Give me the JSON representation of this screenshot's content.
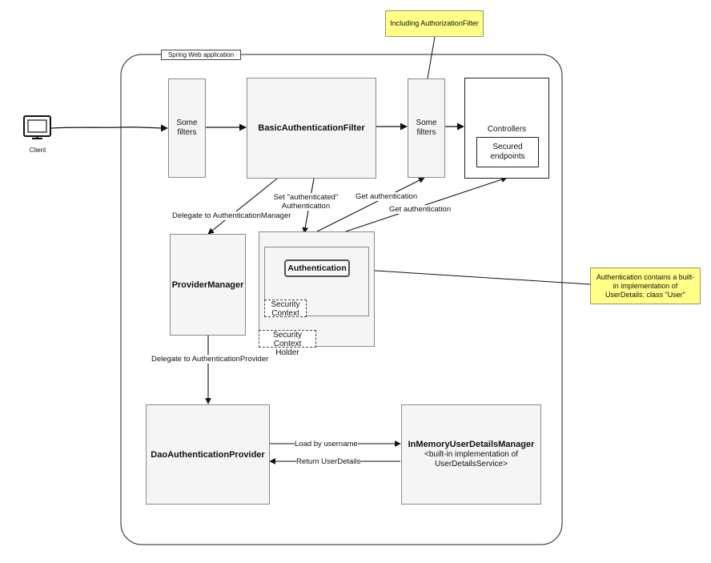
{
  "client": {
    "label": "Client"
  },
  "app": {
    "title": "Spring Web application"
  },
  "boxes": {
    "some_filters_1": "Some filters",
    "basic_auth_filter": "BasicAuthenticationFilter",
    "some_filters_2": "Some filters",
    "controllers": "Controllers",
    "secured_endpoints": "Secured endpoints",
    "provider_manager": "ProviderManager",
    "authentication": "Authentication",
    "security_context": "Security Context",
    "security_context_holder": "Security Context Holder",
    "dao_auth_provider": "DaoAuthenticationProvider",
    "inmemory_title": "InMemoryUserDetailsManager",
    "inmemory_sub": "<built-in implementation of UserDetailsService>"
  },
  "notes": {
    "authorization_filter": "Including AuthorizationFilter",
    "authentication_contains": "Authentication contains a built-in implementation of UserDetails: class \"User\""
  },
  "edges": {
    "delegate_manager": "Delegate to AuthenticationManager",
    "set_authenticated_1": "Set \"authenticated\"",
    "set_authenticated_2": "Authentication",
    "get_auth_1": "Get authentication",
    "get_auth_2": "Get authentication",
    "delegate_provider": "Delegate to AuthenticationProvider",
    "load_by_username": "Load by username",
    "return_user_details": "Return UserDetails"
  }
}
